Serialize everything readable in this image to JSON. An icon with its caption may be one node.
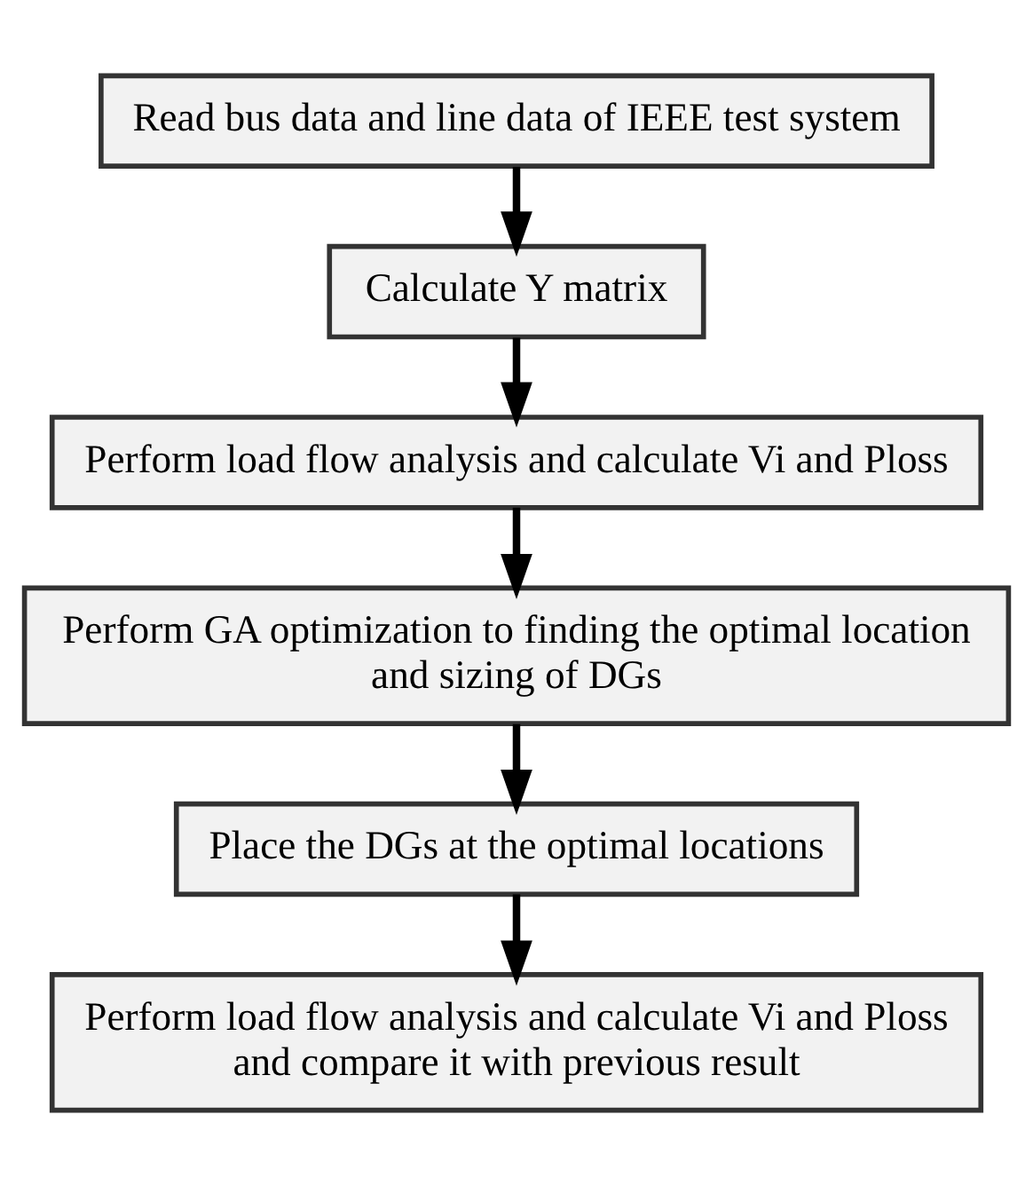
{
  "diagram": {
    "nodes": [
      {
        "text": [
          "Read bus data and line data of IEEE test system"
        ]
      },
      {
        "text": [
          "Calculate Y matrix"
        ]
      },
      {
        "text": [
          "Perform load flow analysis and calculate Vi and Ploss"
        ]
      },
      {
        "text": [
          "Perform GA optimization to finding the optimal location and sizing of DGs"
        ]
      },
      {
        "text": [
          "Place the DGs at the optimal locations"
        ]
      },
      {
        "text": [
          "Perform load flow analysis and calculate Vi and Ploss and compare it with previous result"
        ]
      }
    ],
    "edges": [
      {
        "from": 0,
        "to": 1,
        "arrow": "to"
      },
      {
        "from": 1,
        "to": 2,
        "arrow": "to"
      },
      {
        "from": 2,
        "to": 3,
        "arrow": "to"
      },
      {
        "from": 3,
        "to": 4,
        "arrow": "to"
      },
      {
        "from": 4,
        "to": 5,
        "arrow": "to"
      }
    ]
  }
}
